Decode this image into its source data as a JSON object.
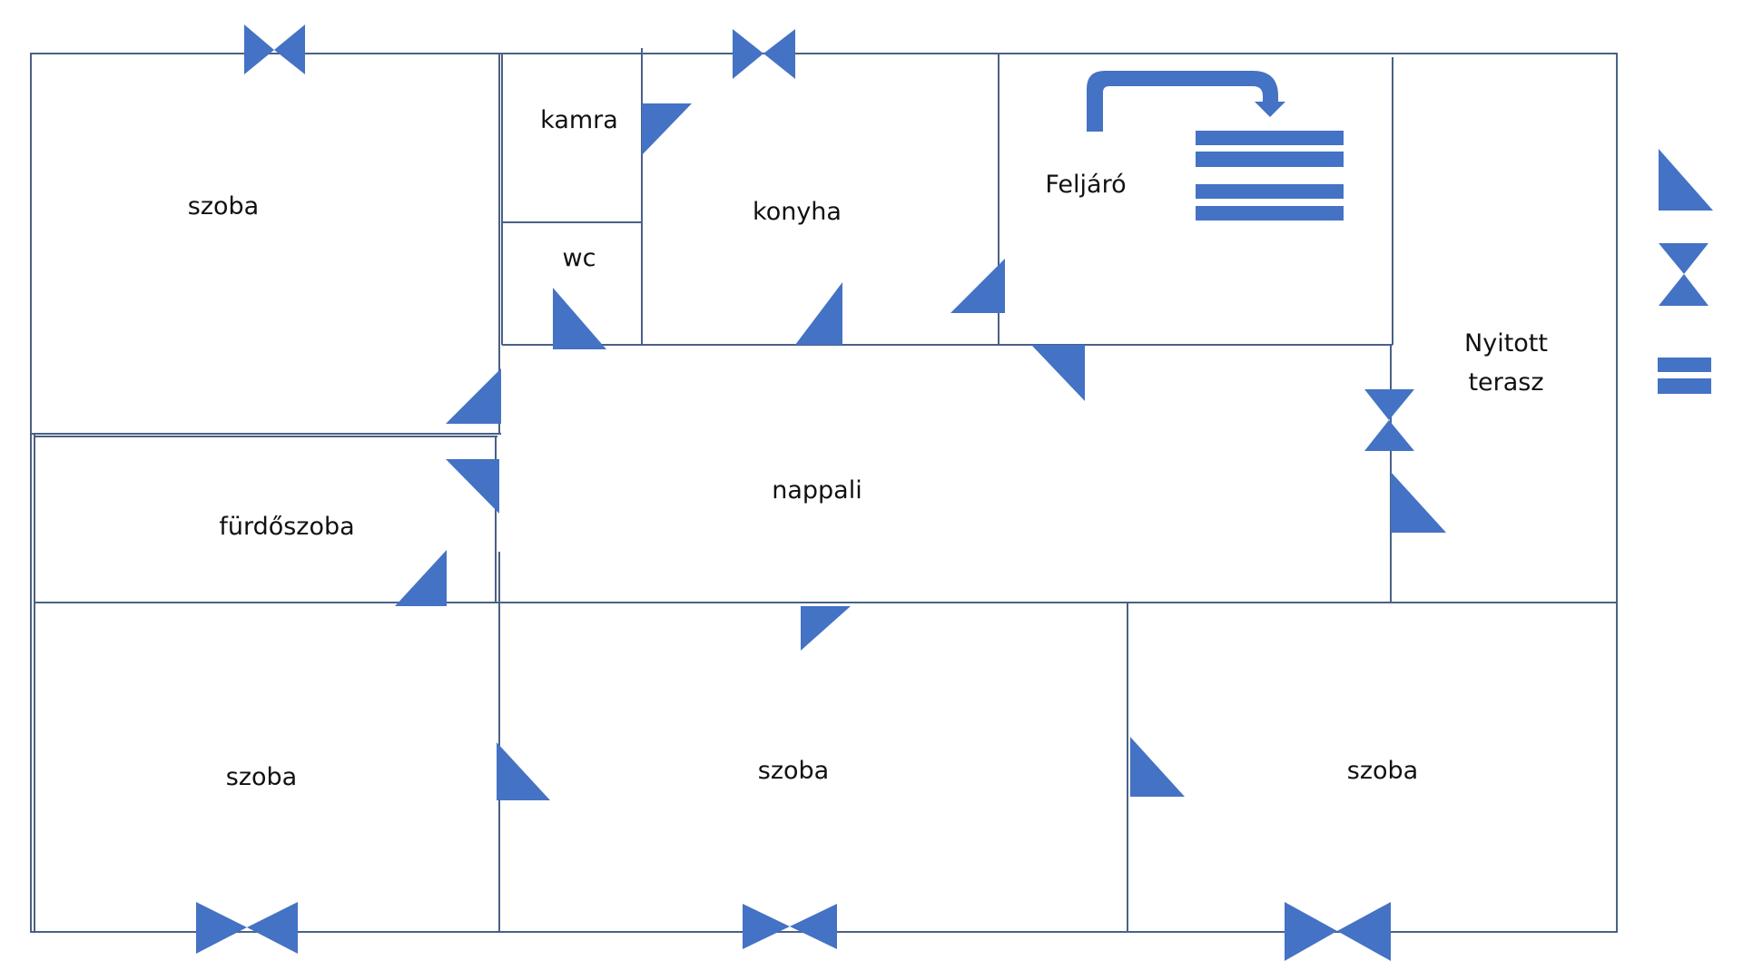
{
  "colors": {
    "symbol": "#4472C4",
    "wall": "#4A6186",
    "text": "#111111",
    "background": "#FFFFFF"
  },
  "rooms": {
    "szoba_top_left": "szoba",
    "kamra": "kamra",
    "wc": "wc",
    "konyha": "konyha",
    "feljaro": "Feljáró",
    "terasz_line1": "Nyitott",
    "terasz_line2": "terasz",
    "nappali": "nappali",
    "furdoszoba": "fürdőszoba",
    "szoba_bottom_left": "szoba",
    "szoba_bottom_middle": "szoba",
    "szoba_bottom_right": "szoba"
  },
  "legend": {
    "items": [
      {
        "icon": "door-icon"
      },
      {
        "icon": "window-icon"
      },
      {
        "icon": "wall-opening-icon"
      }
    ]
  }
}
